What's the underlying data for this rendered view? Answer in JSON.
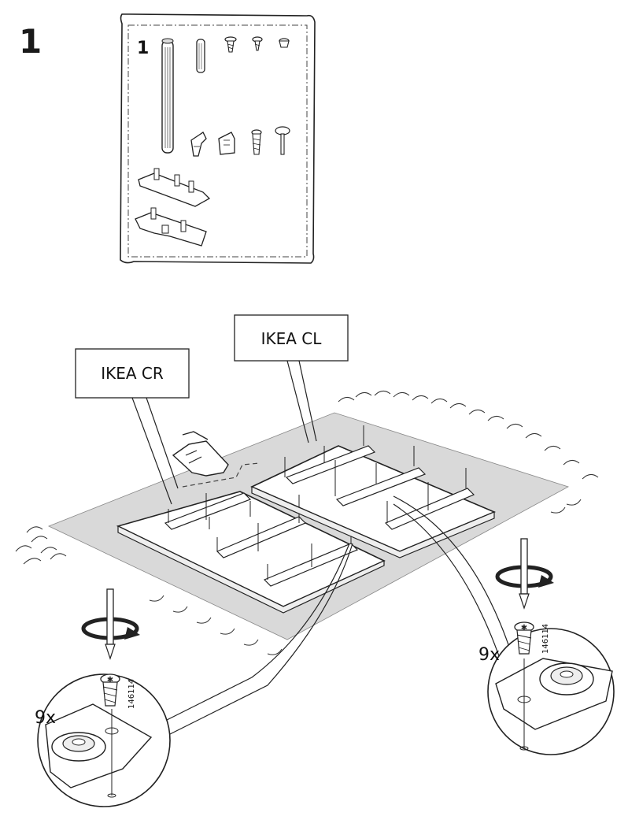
{
  "step": {
    "number": "1"
  },
  "parts_bag": {
    "number": "1"
  },
  "labels": {
    "panel_right": "IKEA CR",
    "panel_left": "IKEA CL"
  },
  "details": {
    "left": {
      "quantity": "9x",
      "part_code": "146114"
    },
    "right": {
      "quantity": "9x",
      "part_code": "146114"
    }
  },
  "icons": [
    "hand-pointer-icon",
    "rotate-clockwise-icon",
    "screwdriver-icon",
    "screw-icon"
  ]
}
